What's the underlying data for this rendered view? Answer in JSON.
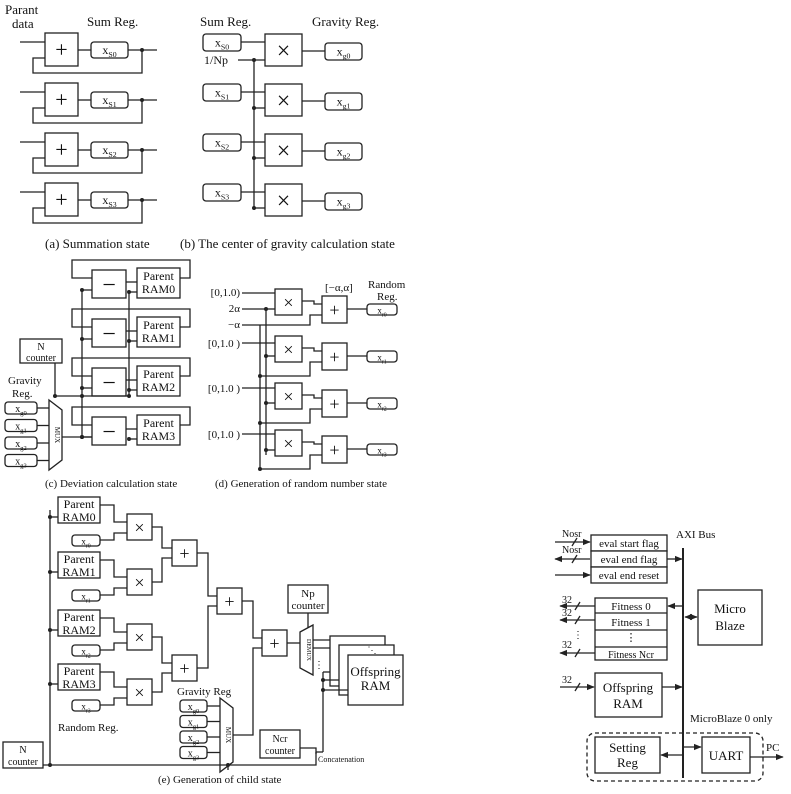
{
  "panel_a": {
    "input_label": [
      "Parant",
      "data"
    ],
    "reg_header": "Sum Reg.",
    "adder_symbol": "+",
    "registers": [
      {
        "base": "x",
        "sub": "S0"
      },
      {
        "base": "x",
        "sub": "S1"
      },
      {
        "base": "x",
        "sub": "S2"
      },
      {
        "base": "x",
        "sub": "S3"
      }
    ],
    "caption": "(a) Summation state"
  },
  "panel_b": {
    "reg_header": "Sum Reg.",
    "out_header": "Gravity Reg.",
    "constant": "1/Np",
    "mult_symbol": "×",
    "inputs": [
      {
        "base": "x",
        "sub": "S0"
      },
      {
        "base": "x",
        "sub": "S1"
      },
      {
        "base": "x",
        "sub": "S2"
      },
      {
        "base": "x",
        "sub": "S3"
      }
    ],
    "outputs": [
      {
        "base": "x",
        "sub": "g0"
      },
      {
        "base": "x",
        "sub": "g1"
      },
      {
        "base": "x",
        "sub": "g2"
      },
      {
        "base": "x",
        "sub": "g3"
      }
    ],
    "caption": "(b) The center of gravity calculation state"
  },
  "panel_c": {
    "subtract_symbol": "−",
    "parent_rams": [
      [
        "Parent",
        "RAM0"
      ],
      [
        "Parent",
        "RAM1"
      ],
      [
        "Parent",
        "RAM2"
      ],
      [
        "Parent",
        "RAM3"
      ]
    ],
    "counter": [
      "N",
      "counter"
    ],
    "gravity_label": [
      "Gravity",
      "Reg."
    ],
    "gravity_regs": [
      {
        "base": "x",
        "sub": "g0"
      },
      {
        "base": "x",
        "sub": "g1"
      },
      {
        "base": "x",
        "sub": "g2"
      },
      {
        "base": "x",
        "sub": "g3"
      }
    ],
    "mux_label": "MUX",
    "caption": "(c) Deviation calculation state"
  },
  "panel_d": {
    "inputs": [
      "[0,1.0)",
      "2α",
      "−α",
      "[0,1.0 )",
      "[0,1.0 )",
      "[0,1.0 )"
    ],
    "mult_symbol": "×",
    "adder_symbol": "+",
    "range_label": "[−α,α]",
    "reg_label": [
      "Random",
      "Reg."
    ],
    "random_regs": [
      {
        "base": "x",
        "sub": "r0"
      },
      {
        "base": "x",
        "sub": "r1"
      },
      {
        "base": "x",
        "sub": "r2"
      },
      {
        "base": "x",
        "sub": "r3"
      }
    ],
    "caption": "(d) Generation of random number state"
  },
  "panel_e": {
    "parent_rams": [
      [
        "Parent",
        "RAM0"
      ],
      [
        "Parent",
        "RAM1"
      ],
      [
        "Parent",
        "RAM2"
      ],
      [
        "Parent",
        "RAM3"
      ]
    ],
    "random_regs": [
      {
        "base": "x",
        "sub": "r0"
      },
      {
        "base": "x",
        "sub": "r1"
      },
      {
        "base": "x",
        "sub": "r2"
      },
      {
        "base": "x",
        "sub": "r3"
      }
    ],
    "random_label": "Random Reg.",
    "mult_symbol": "×",
    "adder_symbol": "+",
    "gravity_label": "Gravity Reg",
    "gravity_regs": [
      {
        "base": "x",
        "sub": "g0"
      },
      {
        "base": "x",
        "sub": "g1"
      },
      {
        "base": "x",
        "sub": "g2"
      },
      {
        "base": "x",
        "sub": "g3"
      }
    ],
    "mux_label": "MUX",
    "demux_label": "DEMUX",
    "demux_dots": "⋮",
    "np_counter": [
      "Np",
      "counter"
    ],
    "offspring": [
      "Offspring",
      "RAM"
    ],
    "offspring_dots": "⋱",
    "ncr_counter": [
      "Ncr",
      "counter"
    ],
    "n_counter": [
      "N",
      "counter"
    ],
    "concat_label": "Concatenation",
    "caption": "(e) Generation of child state"
  },
  "system": {
    "bus_label": "AXI Bus",
    "nosr_labels": [
      "Nosr",
      "Nosr"
    ],
    "eval_regs": [
      "eval start flag",
      "eval end flag",
      "eval end reset"
    ],
    "fitness": [
      "Fitness 0",
      "Fitness 1",
      "⋮",
      "Fitness Ncr"
    ],
    "fitness_width_labels": [
      "32",
      "32",
      "32"
    ],
    "fitness_dots": "⋮",
    "offspring_width_label": "32",
    "microblaze": [
      "Micro",
      "Blaze"
    ],
    "offspring": [
      "Offspring",
      "RAM"
    ],
    "note": "MicroBlaze 0 only",
    "setting_reg": [
      "Setting",
      "Reg"
    ],
    "uart": "UART",
    "pc": "PC"
  }
}
